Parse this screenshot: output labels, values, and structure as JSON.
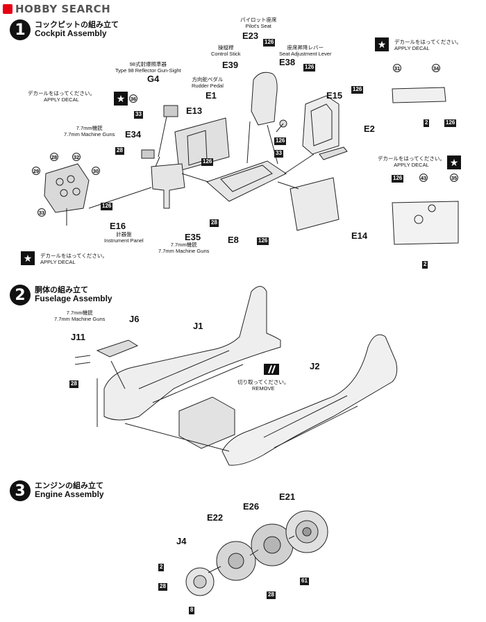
{
  "watermark": "HOBBY SEARCH",
  "steps": [
    {
      "num": "1",
      "jp": "コックピットの組み立て",
      "en": "Cockpit Assembly"
    },
    {
      "num": "2",
      "jp": "胴体の組み立て",
      "en": "Fuselage Assembly"
    },
    {
      "num": "3",
      "jp": "エンジンの組み立て",
      "en": "Engine Assembly"
    }
  ],
  "labels": {
    "pilot_seat": {
      "jp": "パイロット座席",
      "en": "Pilot's Seat"
    },
    "control_stick": {
      "jp": "操縦桿",
      "en": "Control Stick"
    },
    "seat_adjust": {
      "jp": "座席昇降レバー",
      "en": "Seat Adjustment Lever"
    },
    "rudder_pedal": {
      "jp": "方向舵ペダル",
      "en": "Rudder Pedal"
    },
    "gunsight": {
      "jp": "98式射爆照準器",
      "en": "Type 98 Reflector Gun-Sight"
    },
    "mg_e34": {
      "jp": "7.7mm機銃",
      "en": "7.7mm Machine Guns"
    },
    "mg_e35": {
      "jp": "7.7mm機銃",
      "en": "7.7mm Machine Guns"
    },
    "mg_j6": {
      "jp": "7.7mm機銃",
      "en": "7.7mm Machine Guns"
    },
    "instrument": {
      "jp": "計器盤",
      "en": "Instrument Panel"
    },
    "decal_tl": {
      "jp": "デカールをはってください。",
      "en": "APPLY  DECAL"
    },
    "decal_bl": {
      "jp": "デカールをはってください。",
      "en": "APPLY DECAL"
    },
    "decal_tr": {
      "jp": "デカールをはってください。",
      "en": "APPLY DECAL"
    },
    "decal_mr": {
      "jp": "デカールをはってください。",
      "en": "APPLY DECAL"
    },
    "remove": {
      "jp": "切り取ってください。",
      "en": "REMOVE"
    }
  },
  "parts": {
    "e23": "E23",
    "e39": "E39",
    "e38": "E38",
    "e1": "E1",
    "g4": "G4",
    "e13": "E13",
    "e15": "E15",
    "e2": "E2",
    "e34": "E34",
    "e16": "E16",
    "e35": "E35",
    "e8": "E8",
    "e14": "E14",
    "j6": "J6",
    "j11": "J11",
    "j1": "J1",
    "j2": "J2",
    "e21": "E21",
    "e26": "E26",
    "e22": "E22",
    "j4": "J4"
  },
  "colors": {
    "c126": "126",
    "c33": "33",
    "c28": "28",
    "c2": "2",
    "c8": "8",
    "c61": "61"
  },
  "decals": {
    "d36": "36",
    "d31": "31",
    "d34": "34",
    "d28": "28",
    "d32": "32",
    "d29": "29",
    "d30": "30",
    "d33": "33",
    "d43": "43",
    "d35": "35"
  }
}
